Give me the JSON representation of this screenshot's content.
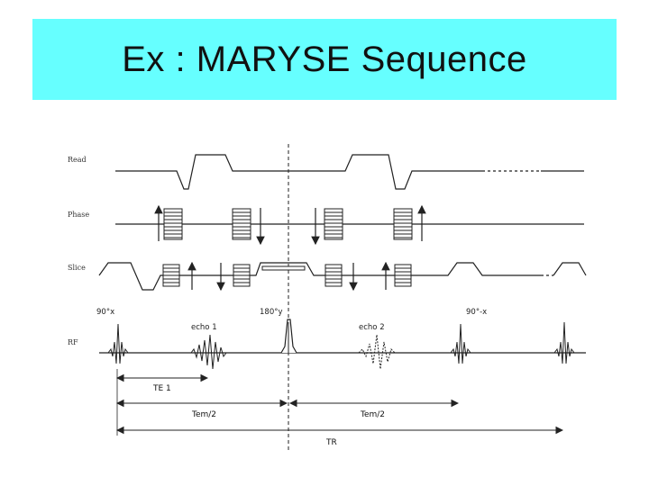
{
  "colors": {
    "title_bg": "#66ffff",
    "title_text": "#111111",
    "line": "#222222"
  },
  "title": "Ex : MARYSE Sequence",
  "diagram": {
    "rows": {
      "read": "Read",
      "phase": "Phase",
      "slice": "Slice",
      "rf": "RF"
    },
    "pulses": {
      "p90_a": "90°x",
      "p180": "180°y",
      "p90_b": "90°-x"
    },
    "echoes": {
      "echo1": "echo 1",
      "echo2": "echo 2"
    },
    "intervals": {
      "te1": "TE 1",
      "tem_a": "Tem/2",
      "tem_b": "Tem/2",
      "tr": "TR"
    }
  }
}
